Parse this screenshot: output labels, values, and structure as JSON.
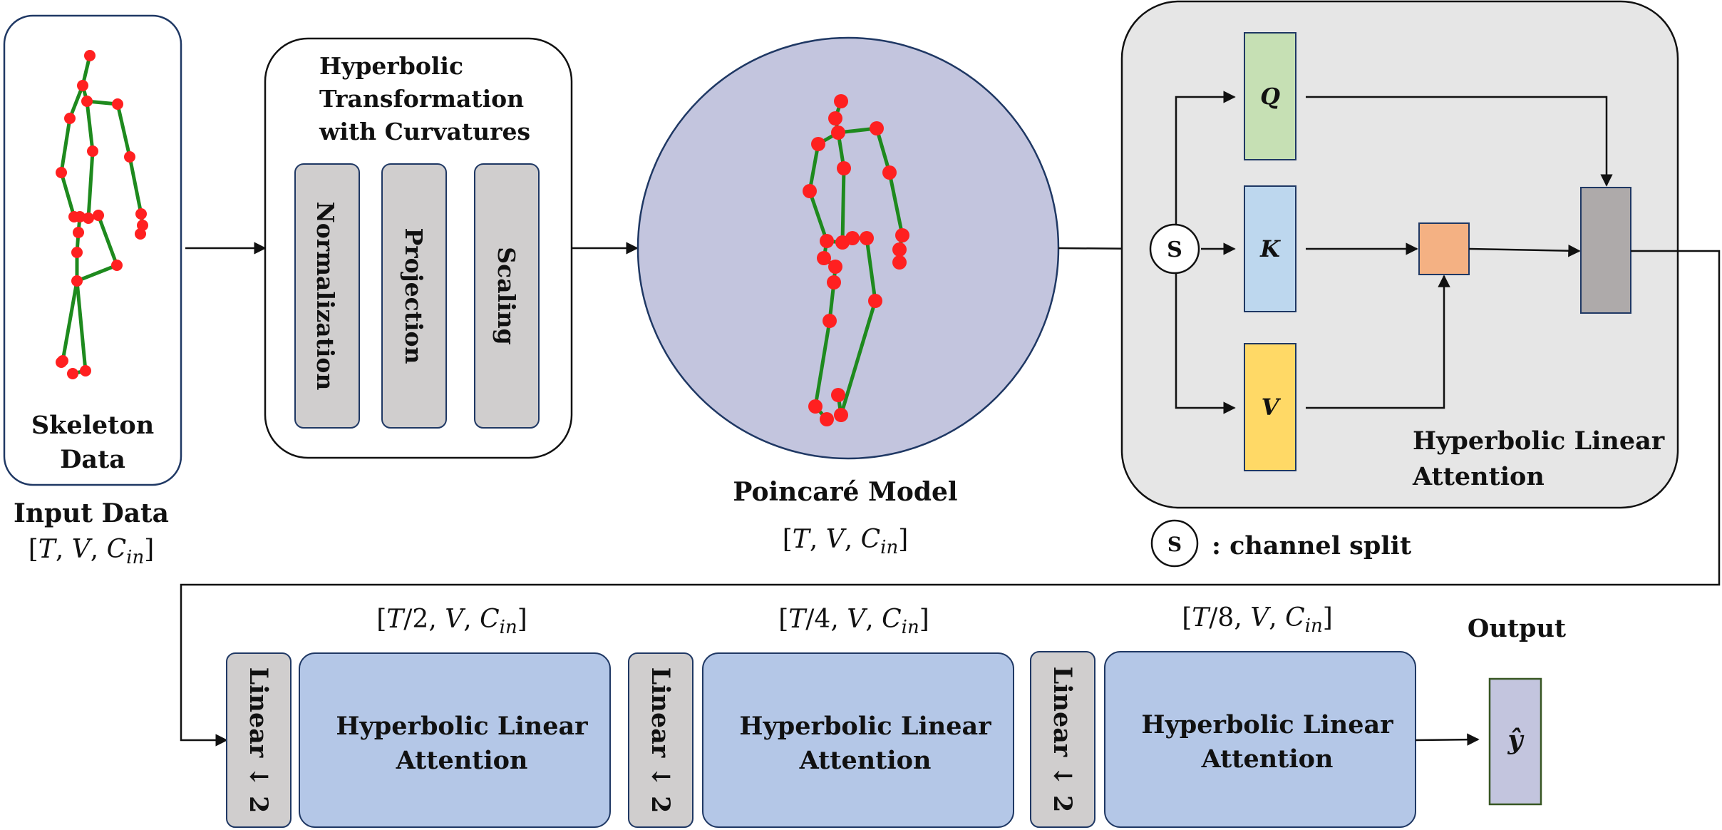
{
  "input": {
    "box_title_line1": "Skeleton",
    "box_title_line2": "Data",
    "caption": "Input Data",
    "shape": "[T, V, C_in]"
  },
  "transform": {
    "title_line1": "Hyperbolic",
    "title_line2": "Transformation",
    "title_line3": "with Curvatures",
    "steps": [
      "Normalization",
      "Projection",
      "Scaling"
    ]
  },
  "poincare": {
    "caption": "Poincaré Model",
    "shape": "[T, V, C_in]"
  },
  "attention": {
    "split_symbol": "S",
    "q": "Q",
    "k": "K",
    "v": "V",
    "title_line1": "Hyperbolic Linear",
    "title_line2": "Attention",
    "legend_symbol": "S",
    "legend_text": ":  channel split"
  },
  "stages": [
    {
      "shape": "[T/2, V, C_in]",
      "linear": "Linear ↓ 2",
      "block_line1": "Hyperbolic Linear",
      "block_line2": "Attention"
    },
    {
      "shape": "[T/4, V, C_in]",
      "linear": "Linear ↓ 2",
      "block_line1": "Hyperbolic Linear",
      "block_line2": "Attention"
    },
    {
      "shape": "[T/8, V, C_in]",
      "linear": "Linear ↓ 2",
      "block_line1": "Hyperbolic Linear",
      "block_line2": "Attention"
    }
  ],
  "output": {
    "caption": "Output",
    "symbol": "ŷ"
  },
  "colors": {
    "poincare_fill": "#c3c5de",
    "q_fill": "#c6e0b4",
    "k_fill": "#bdd7ee",
    "v_fill": "#ffd966",
    "mul_fill": "#f4b183",
    "out_fill": "#aeaaaa",
    "attn_panel": "#e6e6e6",
    "step_fill": "#d0cece",
    "block_fill": "#b4c7e7",
    "skeleton_line": "#1e8a1e",
    "skeleton_joint": "#ff2020"
  }
}
